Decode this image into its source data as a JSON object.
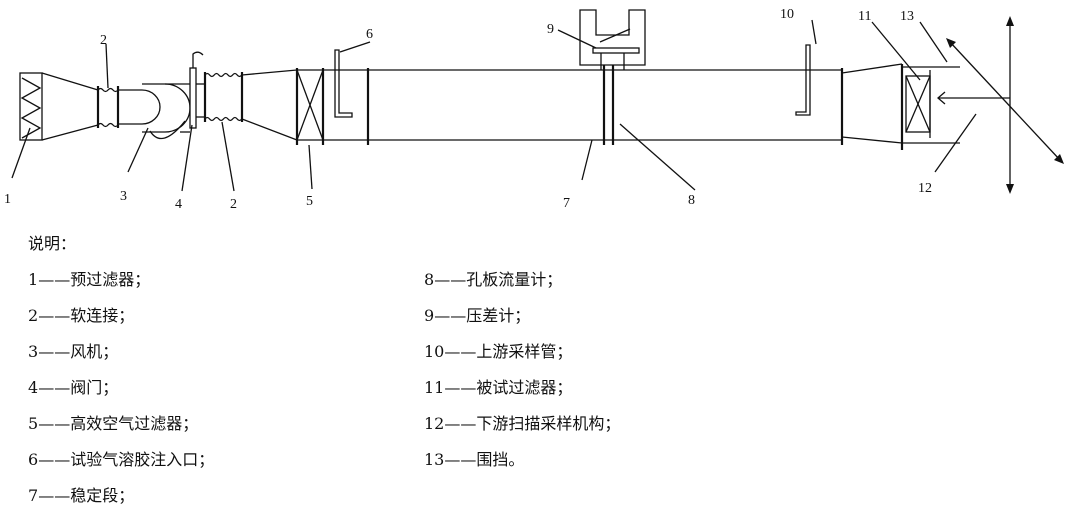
{
  "diagram": {
    "callouts": {
      "c1": "1",
      "c2a": "2",
      "c2b": "2",
      "c3": "3",
      "c4": "4",
      "c5": "5",
      "c6": "6",
      "c7": "7",
      "c8": "8",
      "c9": "9",
      "c10": "10",
      "c11": "11",
      "c12": "12",
      "c13": "13"
    }
  },
  "legend": {
    "title": "说明：",
    "dash": "——",
    "left": [
      {
        "num": "1",
        "text": "预过滤器；"
      },
      {
        "num": "2",
        "text": "软连接；"
      },
      {
        "num": "3",
        "text": "风机；"
      },
      {
        "num": "4",
        "text": "阀门；"
      },
      {
        "num": "5",
        "text": "高效空气过滤器；"
      },
      {
        "num": "6",
        "text": "试验气溶胶注入口；"
      },
      {
        "num": "7",
        "text": "稳定段；"
      }
    ],
    "right": [
      {
        "num": "8 ",
        "text": "孔板流量计；"
      },
      {
        "num": "9 ",
        "text": "压差计；"
      },
      {
        "num": "10",
        "text": "上游采样管；"
      },
      {
        "num": "11",
        "text": "被试过滤器；"
      },
      {
        "num": "12",
        "text": "下游扫描采样机构；"
      },
      {
        "num": "13",
        "text": "围挡。"
      }
    ]
  }
}
